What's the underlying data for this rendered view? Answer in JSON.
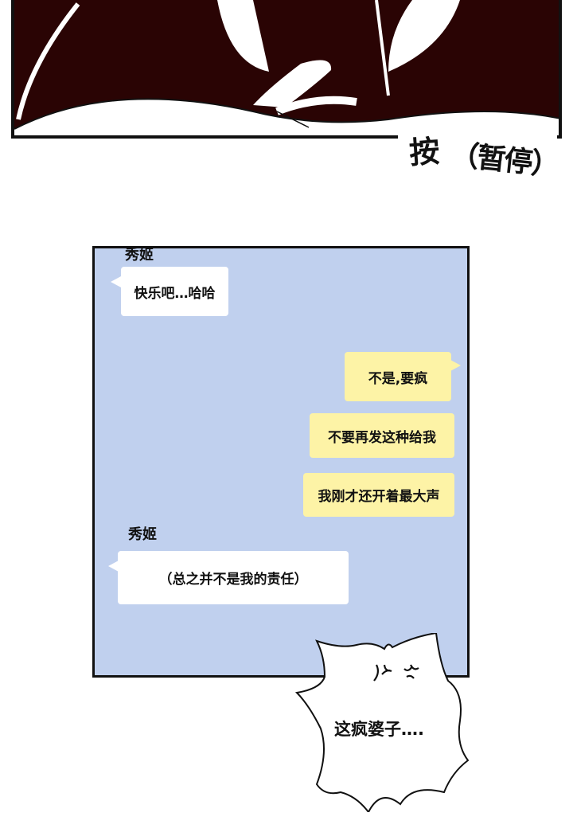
{
  "top_panel": {
    "sfx_main": "按",
    "sfx_paren": "（暂停）"
  },
  "chat": {
    "background_color": "#c0d0ee",
    "messages": [
      {
        "sender": "秀姬",
        "side": "left",
        "text": "快乐吧…哈哈",
        "color": "#ffffff"
      },
      {
        "sender": "me",
        "side": "right",
        "text": "不是,要疯",
        "color": "#fdf3a6"
      },
      {
        "sender": "me",
        "side": "right",
        "text": "不要再发这种给我",
        "color": "#fdf3a6"
      },
      {
        "sender": "me",
        "side": "right",
        "text": "我刚才还开着最大声",
        "color": "#fdf3a6"
      },
      {
        "sender": "秀姬",
        "side": "left",
        "text": "（总之并不是我的责任）",
        "color": "#ffffff"
      }
    ],
    "names": [
      "秀姬",
      "秀姬"
    ]
  },
  "burst_bubble": {
    "text": "这疯婆子….",
    "icon": "anger-vein-icon"
  }
}
